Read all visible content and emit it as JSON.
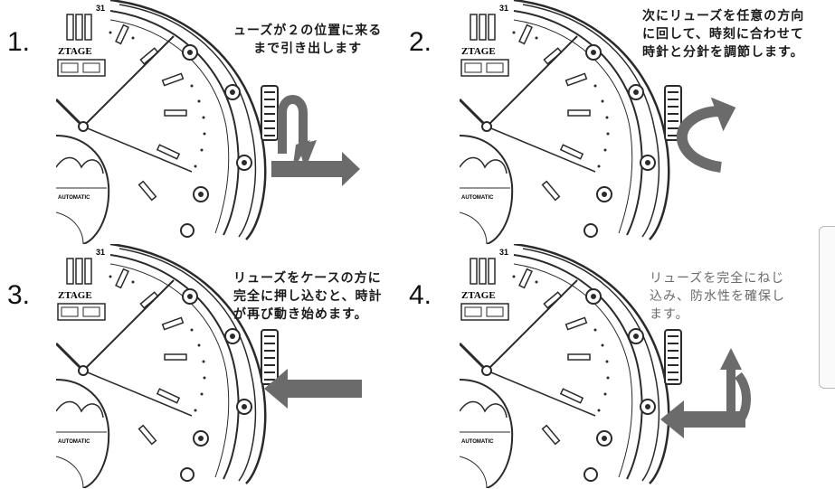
{
  "steps": [
    {
      "number": "1.",
      "brand": "ZTAGE",
      "dial_text": "AUTOMATIC",
      "date": "31",
      "caption": "ューズが２の位置に来る\nまで引き出します",
      "arrow": "rotate-pull-right"
    },
    {
      "number": "2.",
      "brand": "ZTAGE",
      "dial_text": "AUTOMATIC",
      "date": "31",
      "caption": "次にリューズを任意の方向\nに回して、時刻に合わせて\n時針と分針を調節します。",
      "arrow": "rotate-curved"
    },
    {
      "number": "3.",
      "brand": "ZTAGE",
      "dial_text": "AUTOMATIC",
      "date": "31",
      "caption": "リューズをケースの方に\n完全に押し込むと、時計\nが再び動き始めます。",
      "arrow": "push-left"
    },
    {
      "number": "4.",
      "brand": "ZTAGE",
      "dial_text": "AUTOMATIC",
      "date": "31",
      "caption": "リューズを完全にねじ\n込み、防水性を確保し\nます。",
      "arrow": "push-left-rotate"
    }
  ],
  "colors": {
    "arrow": "#6b6b6b",
    "line": "#2a2a2a",
    "text_dark": "#1a1a1a",
    "text_light": "#6a6a6a"
  },
  "icons": [
    "watch-illustration",
    "crown-icon",
    "rotation-arrow-icon",
    "push-arrow-icon"
  ]
}
